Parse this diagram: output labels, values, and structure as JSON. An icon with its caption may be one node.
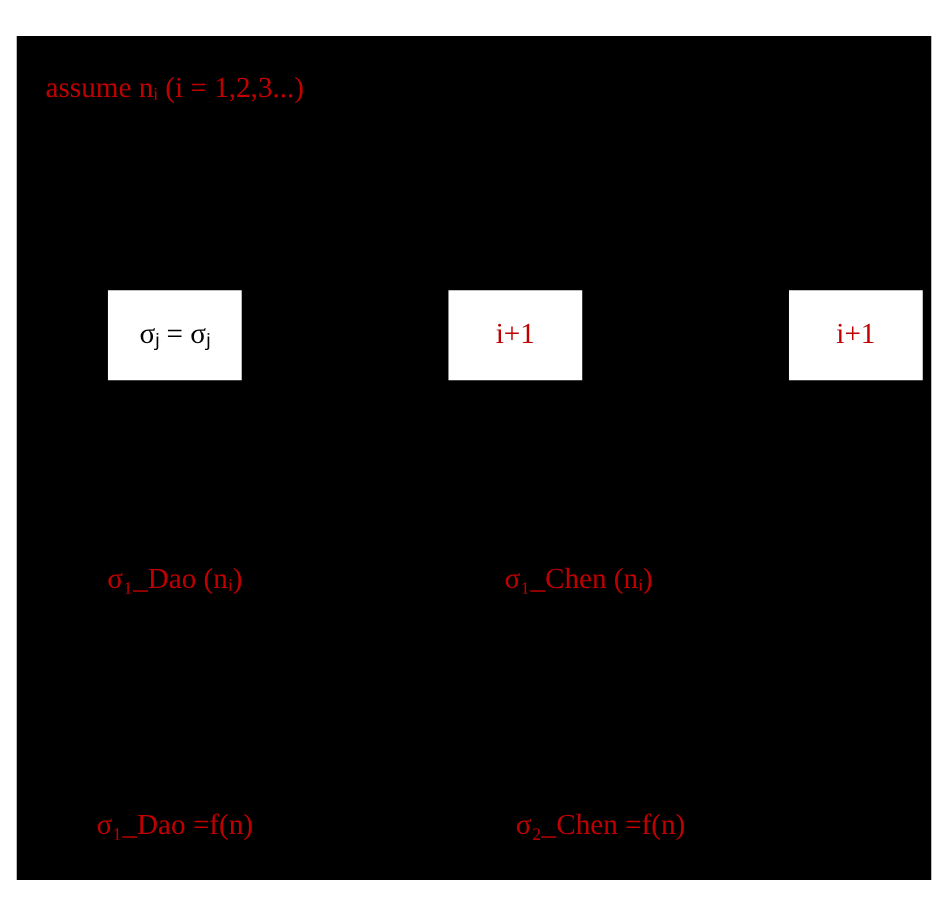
{
  "diagram": {
    "nodes": [
      {
        "text": [
          "i+1"
        ]
      },
      {
        "text": [
          "σⱼ = σⱼ"
        ]
      },
      {
        "text": [
          "i+1"
        ]
      }
    ],
    "labels": [
      "assume nᵢ (i = 1,2,3...)",
      "σ₁_Dao (nᵢ)",
      "σ₁_Chen (nᵢ)",
      "σ₁_Dao =f(n)",
      "σ₂_Chen =f(n)"
    ]
  }
}
